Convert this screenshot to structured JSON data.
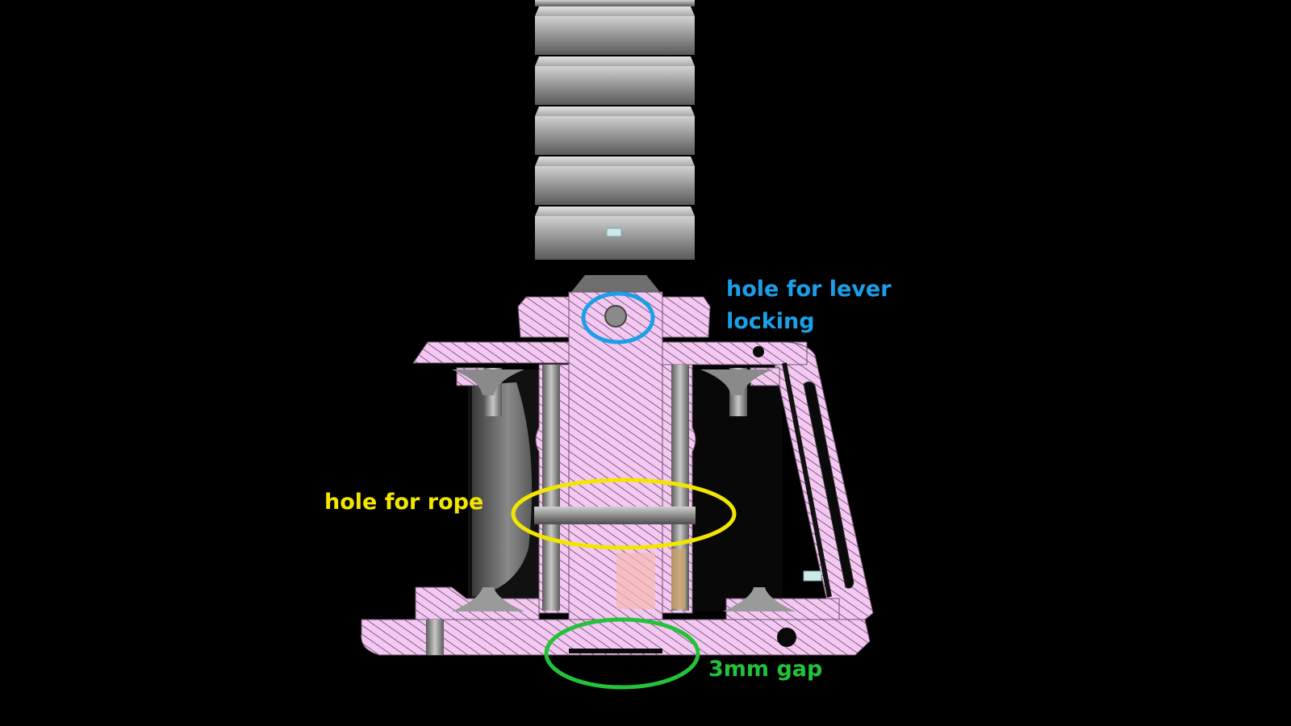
{
  "annotations": {
    "lever_hole": {
      "line1": "hole for lever",
      "line2": "locking",
      "color": "#1a9fe8"
    },
    "rope_hole": {
      "text": "hole for rope",
      "color": "#f2e600"
    },
    "gap": {
      "text": "3mm gap",
      "color": "#23c23a"
    }
  },
  "colors": {
    "background": "#000000",
    "section_fill": "#f4c8f2",
    "hatch": "#3a2a3c",
    "metal_light": "#b8b8b8",
    "metal_dark": "#555555"
  }
}
